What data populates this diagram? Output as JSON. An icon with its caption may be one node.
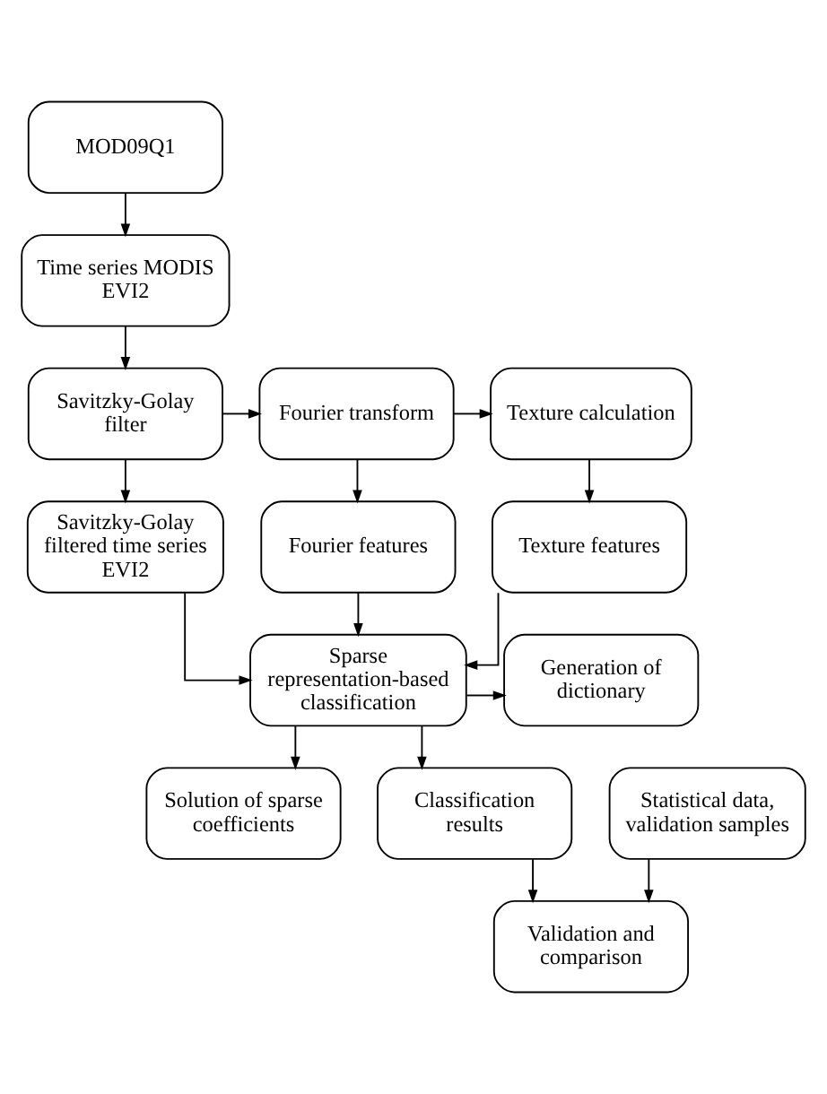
{
  "diagram": {
    "nodes": [
      {
        "text": [
          "MOD09Q1"
        ]
      },
      {
        "text": [
          "Time series MODIS EVI2"
        ]
      },
      {
        "text": [
          "Savitzky-Golay filter"
        ]
      },
      {
        "text": [
          "Fourier transform"
        ]
      },
      {
        "text": [
          "Texture calculation"
        ]
      },
      {
        "text": [
          "Savitzky-Golay filtered time series EVI2"
        ]
      },
      {
        "text": [
          "Fourier features"
        ]
      },
      {
        "text": [
          "Texture features"
        ]
      },
      {
        "text": [
          "Generation of dictionary"
        ]
      },
      {
        "text": [
          "Sparse representation-based classification"
        ]
      },
      {
        "text": [
          "Solution of sparse coefficients"
        ]
      },
      {
        "text": [
          "Classification results"
        ]
      },
      {
        "text": [
          "Statistical data, validation samples"
        ]
      },
      {
        "text": [
          "Validation and comparison"
        ]
      }
    ],
    "edges": [
      {
        "from": 0,
        "to": 1,
        "arrow": "to"
      },
      {
        "from": 1,
        "to": 2,
        "arrow": "to"
      },
      {
        "from": 2,
        "to": 3,
        "arrow": "to"
      },
      {
        "from": 3,
        "to": 4,
        "arrow": "to"
      },
      {
        "from": 2,
        "to": 5,
        "arrow": "to"
      },
      {
        "from": 3,
        "to": 6,
        "arrow": "to"
      },
      {
        "from": 4,
        "to": 7,
        "arrow": "to"
      },
      {
        "from": 5,
        "to": 9,
        "arrow": "to"
      },
      {
        "from": 6,
        "to": 9,
        "arrow": "to"
      },
      {
        "from": 7,
        "to": 9,
        "arrow": "to"
      },
      {
        "from": 9,
        "to": 8,
        "arrow": "to"
      },
      {
        "from": 9,
        "to": 10,
        "arrow": "to"
      },
      {
        "from": 9,
        "to": 11,
        "arrow": "to"
      },
      {
        "from": 11,
        "to": 13,
        "arrow": "to"
      },
      {
        "from": 12,
        "to": 13,
        "arrow": "to"
      }
    ]
  }
}
